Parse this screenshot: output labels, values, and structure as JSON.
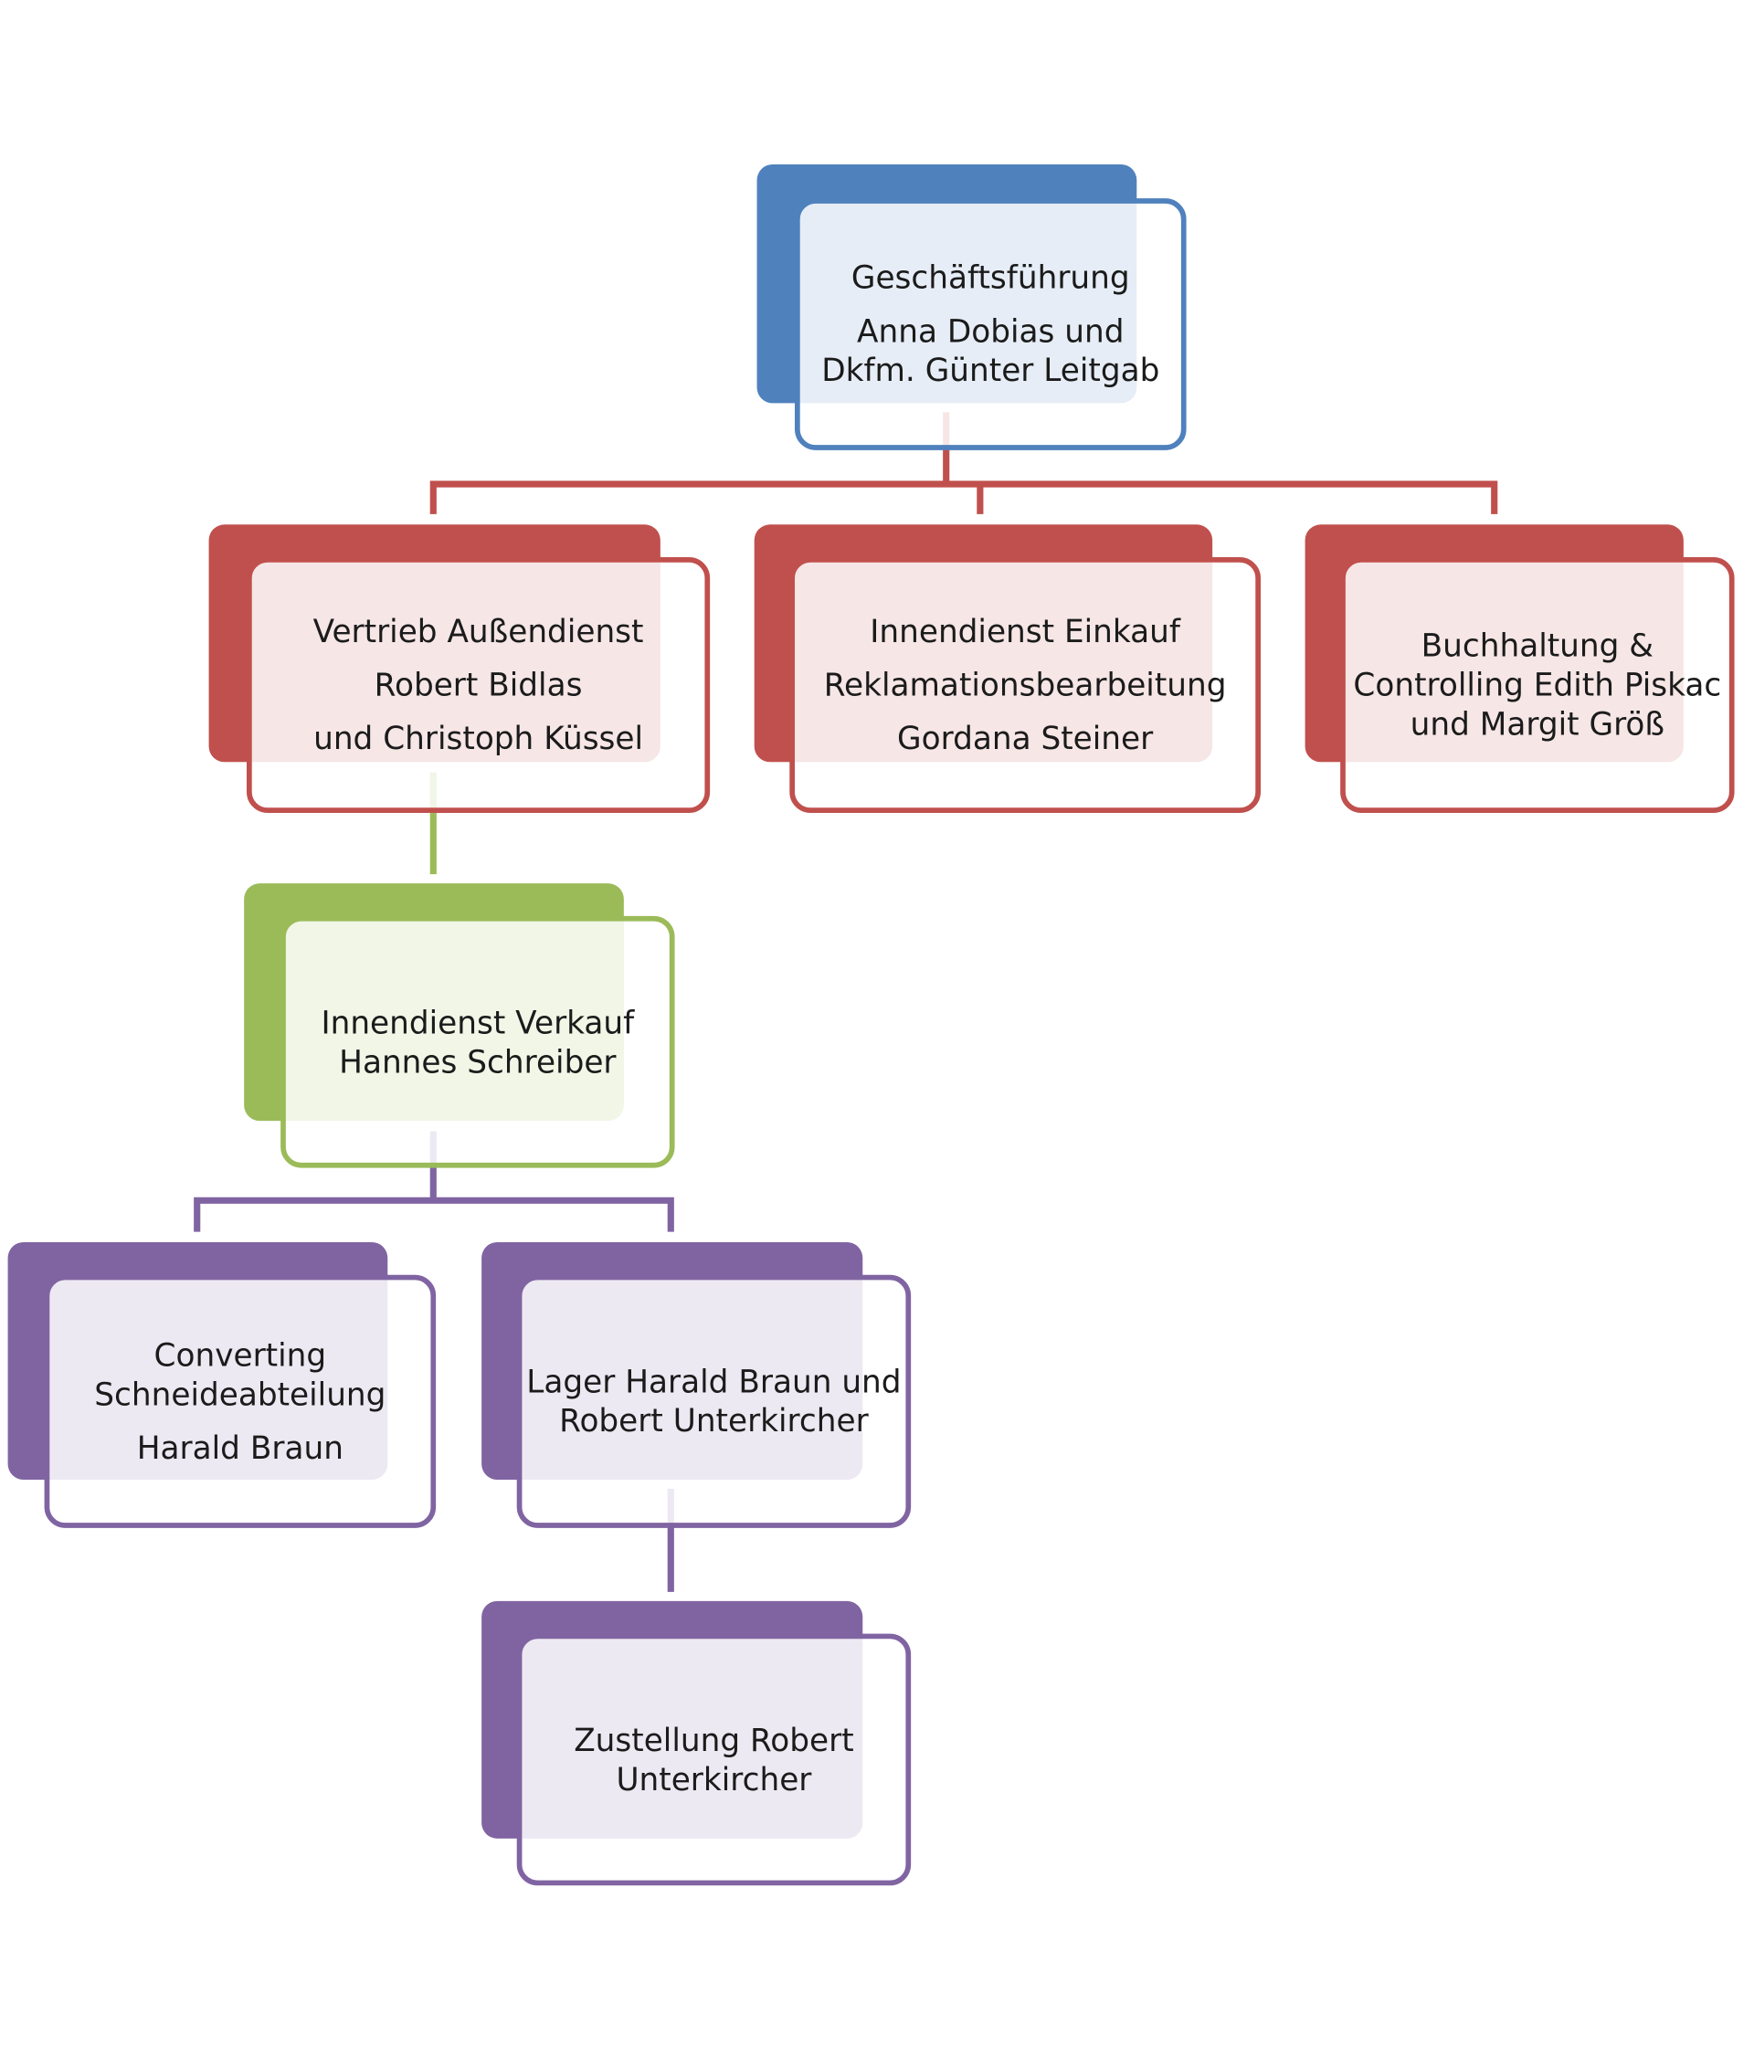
{
  "colors": {
    "blue": "#4f81bd",
    "red": "#c0504d",
    "green": "#9bbb59",
    "purple": "#8064a2"
  },
  "nodes": {
    "management": {
      "color": "#4f81bd",
      "lines": [
        "Geschäftsführung",
        "Anna Dobias  und",
        "Dkfm. Günter Leitgab"
      ]
    },
    "sales_field": {
      "color": "#c0504d",
      "lines": [
        "Vertrieb Außendienst",
        "Robert Bidlas",
        "und Christoph Küssel"
      ]
    },
    "purchasing": {
      "color": "#c0504d",
      "lines": [
        "Innendienst Einkauf",
        "Reklamationsbearbeitung",
        "Gordana Steiner"
      ]
    },
    "accounting": {
      "color": "#c0504d",
      "lines": [
        "Buchhaltung &",
        "Controlling Edith Piskac",
        "und Margit Größ"
      ]
    },
    "sales_office": {
      "color": "#9bbb59",
      "lines": [
        "Innendienst Verkauf",
        "Hannes  Schreiber"
      ]
    },
    "converting": {
      "color": "#8064a2",
      "lines": [
        "Converting",
        "Schneideabteilung",
        "Harald Braun"
      ]
    },
    "warehouse": {
      "color": "#8064a2",
      "lines": [
        "Lager Harald Braun und",
        "Robert Unterkircher"
      ]
    },
    "delivery": {
      "color": "#8064a2",
      "lines": [
        "Zustellung Robert",
        "Unterkircher"
      ]
    }
  }
}
